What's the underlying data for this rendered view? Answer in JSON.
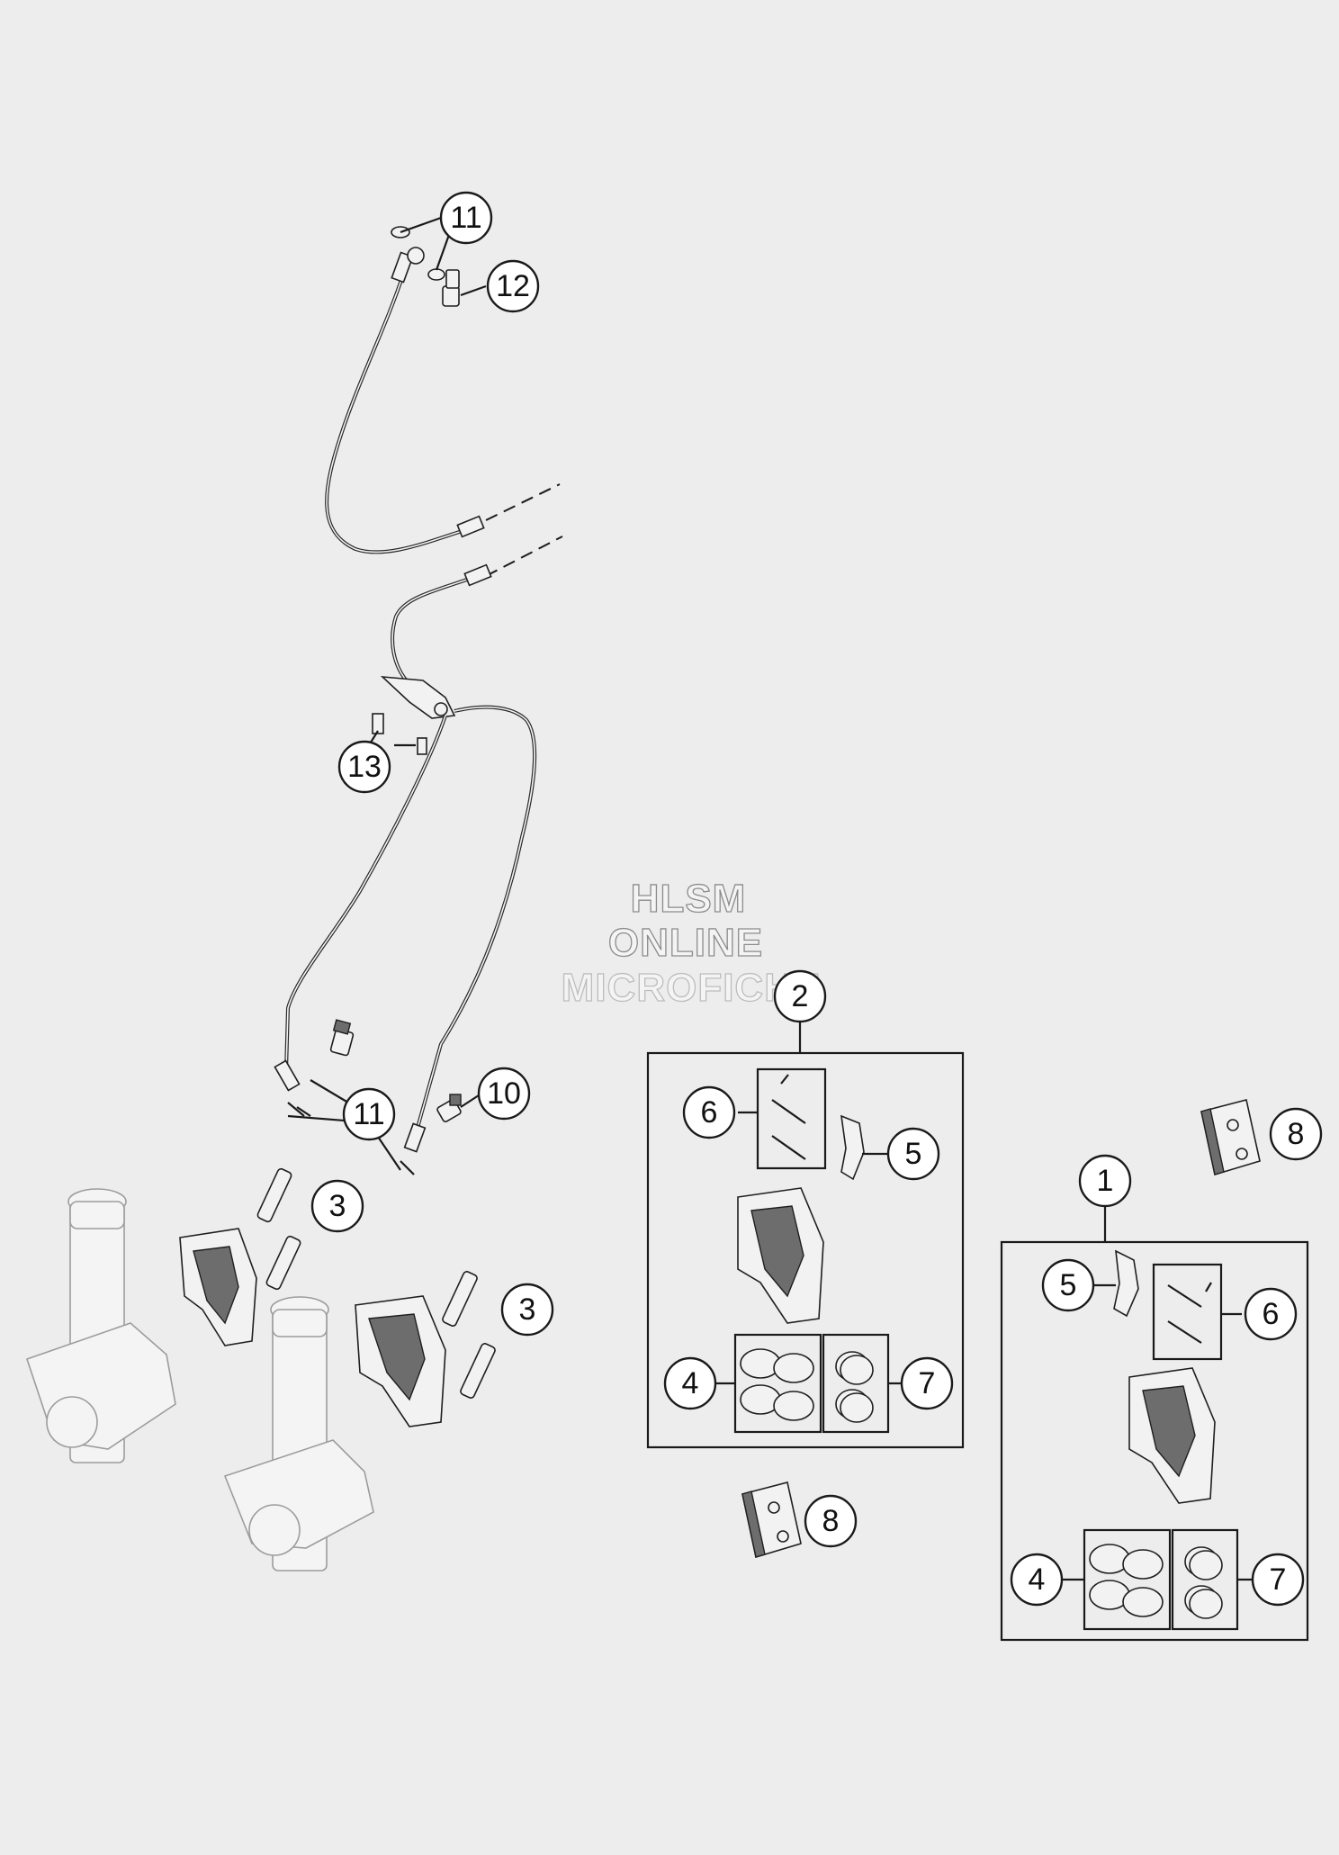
{
  "watermark": {
    "line1": "HLSM",
    "line2": "ONLINE",
    "line3": "MICROFICHE"
  },
  "callouts": [
    {
      "id": "c11a",
      "label": "11"
    },
    {
      "id": "c12",
      "label": "12"
    },
    {
      "id": "c13",
      "label": "13"
    },
    {
      "id": "c10",
      "label": "10"
    },
    {
      "id": "c11b",
      "label": "11"
    },
    {
      "id": "c3a",
      "label": "3"
    },
    {
      "id": "c3b",
      "label": "3"
    },
    {
      "id": "c2",
      "label": "2"
    },
    {
      "id": "c6a",
      "label": "6"
    },
    {
      "id": "c5a",
      "label": "5"
    },
    {
      "id": "c4a",
      "label": "4"
    },
    {
      "id": "c7a",
      "label": "7"
    },
    {
      "id": "c8a",
      "label": "8"
    },
    {
      "id": "c8b",
      "label": "8"
    },
    {
      "id": "c1",
      "label": "1"
    },
    {
      "id": "c5b",
      "label": "5"
    },
    {
      "id": "c6b",
      "label": "6"
    },
    {
      "id": "c4b",
      "label": "4"
    },
    {
      "id": "c7b",
      "label": "7"
    }
  ],
  "colors": {
    "background": "#ededed",
    "line": "#1a1a1a",
    "callout_fill": "#ffffff"
  }
}
